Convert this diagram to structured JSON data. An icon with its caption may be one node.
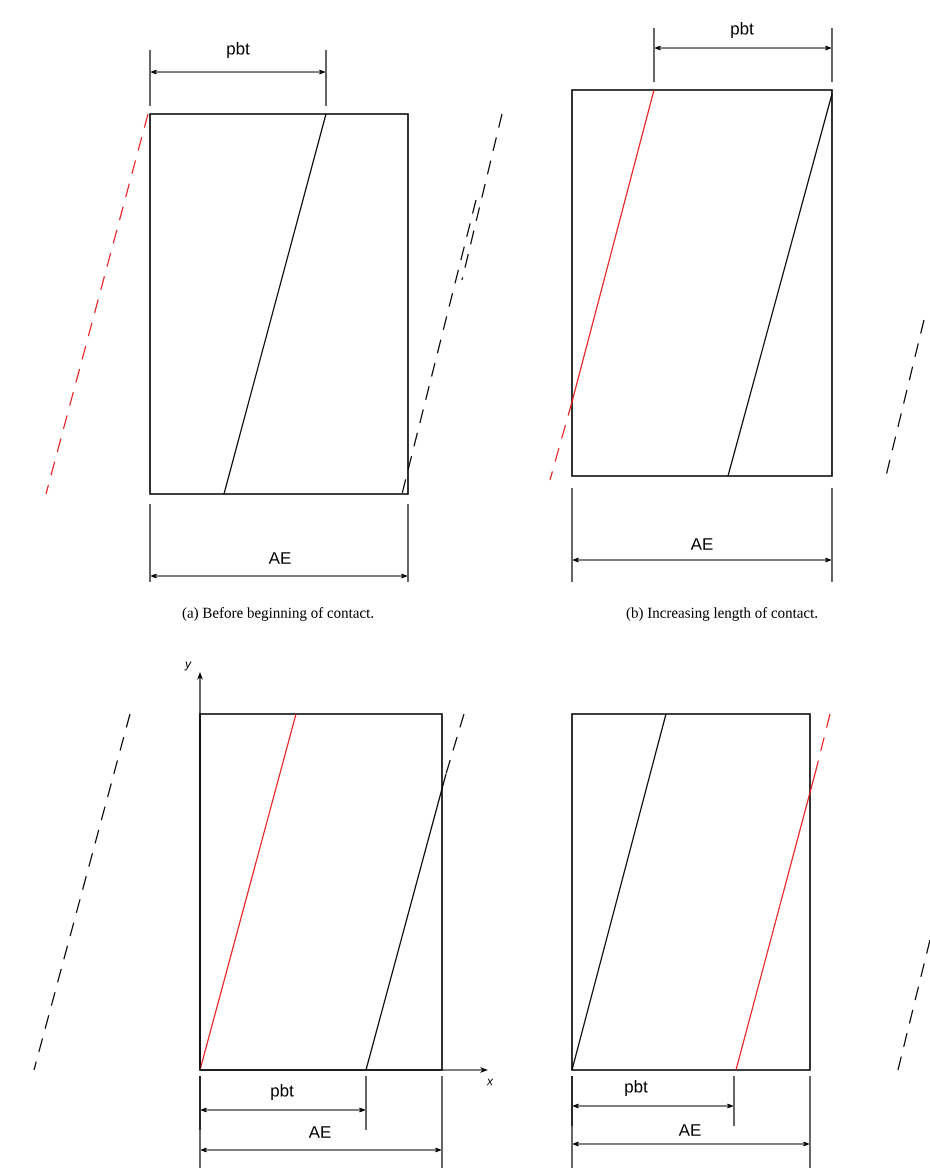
{
  "diagram": {
    "labels": [
      "pbt",
      "AE",
      "(a) Before beginning of contact.",
      "pbt",
      "AE",
      "(b) Increasing length of contact.",
      "y",
      "pbt",
      "AE",
      "x",
      "pbt",
      "AE"
    ]
  }
}
